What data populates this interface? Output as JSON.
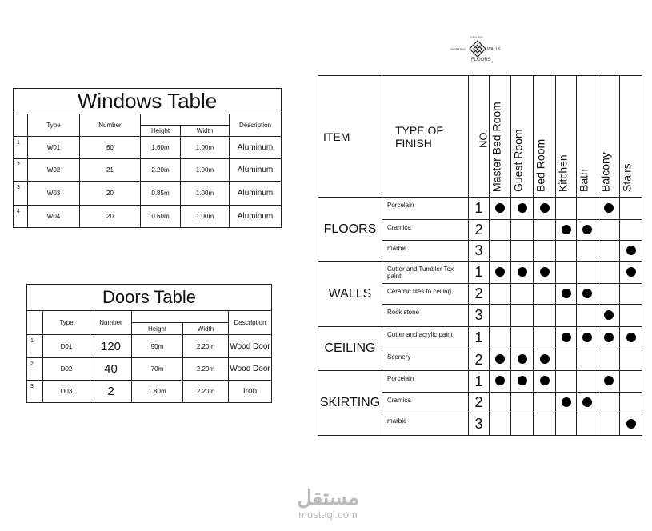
{
  "windows_table": {
    "title": "Windows Table",
    "headers": {
      "type": "Type",
      "number": "Number",
      "height": "Height",
      "width": "Width",
      "description": "Description"
    },
    "rows": [
      {
        "idx": "1",
        "type": "W01",
        "number": "60",
        "height": "1.60m",
        "width": "1.00m",
        "description": "Aluminum"
      },
      {
        "idx": "2",
        "type": "W02",
        "number": "21",
        "height": "2.20m",
        "width": "1.00m",
        "description": "Aluminum"
      },
      {
        "idx": "3",
        "type": "W03",
        "number": "20",
        "height": "0.85m",
        "width": "1.00m",
        "description": "Aluminum"
      },
      {
        "idx": "4",
        "type": "W04",
        "number": "20",
        "height": "0.60m",
        "width": "1.00m",
        "description": "Aluminum"
      }
    ]
  },
  "doors_table": {
    "title": "Doors Table",
    "headers": {
      "type": "Type",
      "number": "Number",
      "height": "Height",
      "width": "Width",
      "description": "Description"
    },
    "rows": [
      {
        "idx": "1",
        "type": "D01",
        "number": "120",
        "height": "90m",
        "width": "2.20m",
        "description": "Wood Door"
      },
      {
        "idx": "2",
        "type": "D02",
        "number": "40",
        "height": "70m",
        "width": "2.20m",
        "description": "Wood Door"
      },
      {
        "idx": "3",
        "type": "D03",
        "number": "2",
        "height": "1.80m",
        "width": "2.20m",
        "description": "Iron"
      }
    ]
  },
  "legend": {
    "top": "CEILING",
    "left": "SKIRTING",
    "right": "WALLS",
    "bottom": "FLOORS"
  },
  "finish_table": {
    "headers": {
      "item": "ITEM",
      "type": "TYPE OF FINISH",
      "no": "NO."
    },
    "rooms": [
      "Master Bed Room",
      "Guest Room",
      "Bed Room",
      "Kitchen",
      "Bath",
      "Balcony",
      "Stairs"
    ],
    "groups": [
      {
        "item": "FLOORS",
        "rows": [
          {
            "finish": "Porcelain",
            "no": "1",
            "marks": [
              1,
              1,
              1,
              0,
              0,
              1,
              0
            ]
          },
          {
            "finish": "Cramica",
            "no": "2",
            "marks": [
              0,
              0,
              0,
              1,
              1,
              0,
              0
            ]
          },
          {
            "finish": "marble",
            "no": "3",
            "marks": [
              0,
              0,
              0,
              0,
              0,
              0,
              1
            ]
          }
        ]
      },
      {
        "item": "WALLS",
        "rows": [
          {
            "finish": "Cutter and Tumbler Tex paint",
            "no": "1",
            "marks": [
              1,
              1,
              1,
              0,
              0,
              0,
              1
            ]
          },
          {
            "finish": "Ceramic tiles to ceiling",
            "no": "2",
            "marks": [
              0,
              0,
              0,
              1,
              1,
              0,
              0
            ]
          },
          {
            "finish": "Rock stone",
            "no": "3",
            "marks": [
              0,
              0,
              0,
              0,
              0,
              1,
              0
            ]
          }
        ]
      },
      {
        "item": "CEILING",
        "rows": [
          {
            "finish": "Cutter and acrylic paint",
            "no": "1",
            "marks": [
              0,
              0,
              0,
              1,
              1,
              1,
              1
            ]
          },
          {
            "finish": "Scenery",
            "no": "2",
            "marks": [
              1,
              1,
              1,
              0,
              0,
              0,
              0
            ]
          }
        ]
      },
      {
        "item": "SKIRTING",
        "rows": [
          {
            "finish": "Porcelain",
            "no": "1",
            "marks": [
              1,
              1,
              1,
              0,
              0,
              1,
              0
            ]
          },
          {
            "finish": "Cramica",
            "no": "2",
            "marks": [
              0,
              0,
              0,
              1,
              1,
              0,
              0
            ]
          },
          {
            "finish": "marble",
            "no": "3",
            "marks": [
              0,
              0,
              0,
              0,
              0,
              0,
              1
            ]
          }
        ]
      }
    ]
  },
  "watermark": {
    "arabic": "مستقل",
    "latin": "mostaql.com"
  }
}
